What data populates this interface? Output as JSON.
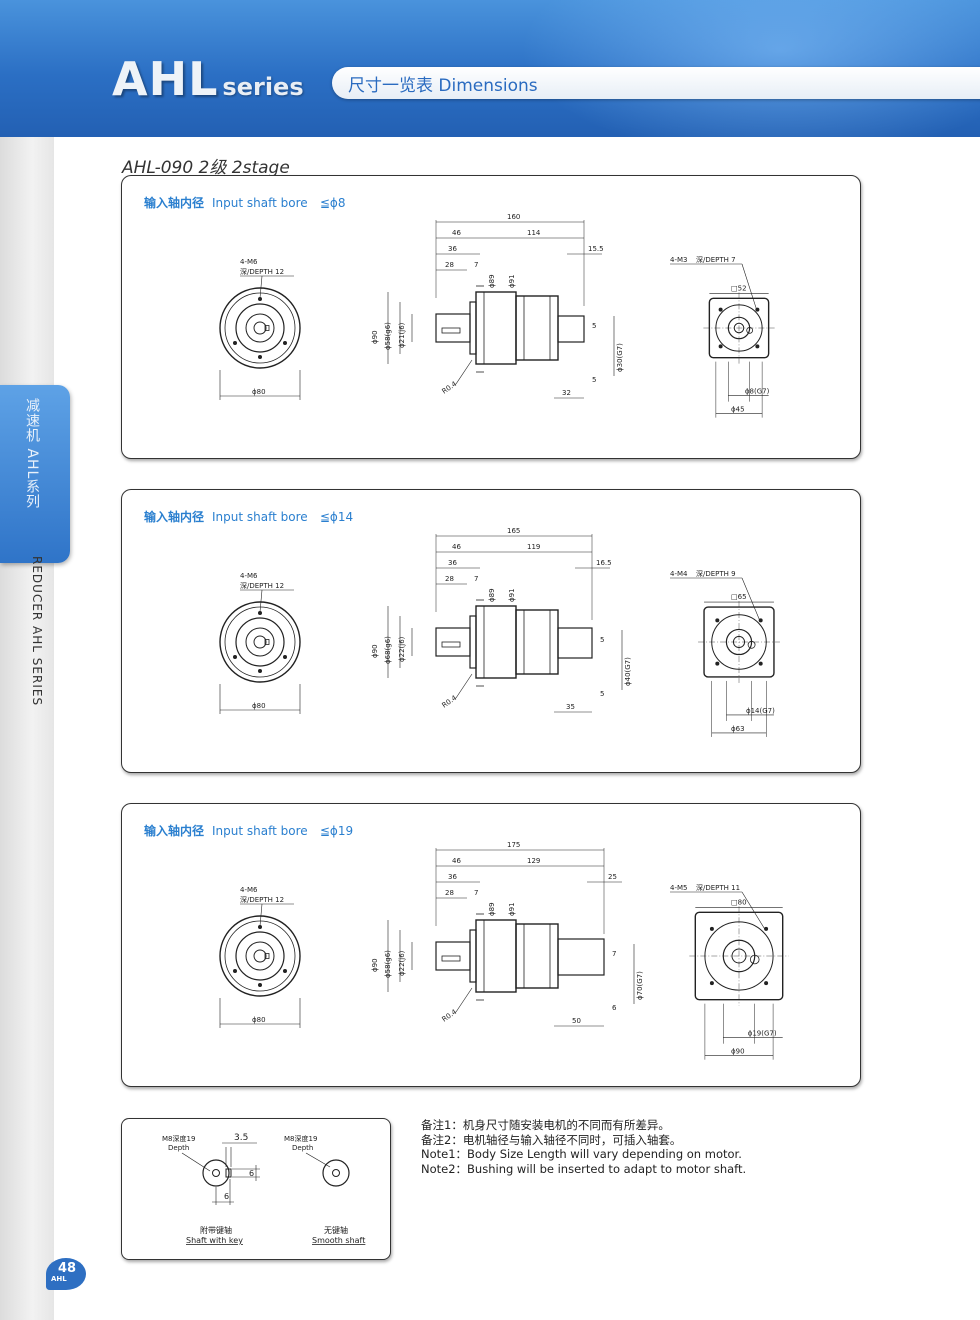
{
  "header": {
    "brand_main": "AHL",
    "brand_sub": "series",
    "section_title": "尺寸一览表 Dimensions"
  },
  "sidebar": {
    "tab_text": "减速机 AHL系列",
    "vertical_text": "REDUCER AHL SERIES",
    "page_number": "48",
    "page_label": "AHL"
  },
  "subtitle": "AHL-090  2级 2stage",
  "panels": [
    {
      "heading_cn": "输入轴内径",
      "heading_en": "Input shaft bore",
      "heading_value": "≦ϕ8",
      "front": {
        "holes": "4-M6",
        "depth": "深/DEPTH  12",
        "dia": "ϕ80"
      },
      "side": {
        "total": "160",
        "d46": "46",
        "d114": "114",
        "d36": "36",
        "d28": "28",
        "d7": "7",
        "d15": "15.5",
        "phi89": "ϕ89",
        "phi91": "ϕ91",
        "phi90": "ϕ90",
        "phi58": "ϕ58(g6)",
        "phi21": "ϕ21(j6)",
        "r": "R0.4",
        "d5a": "5",
        "d5b": "5",
        "d32": "32",
        "phi_motor": "ϕ30(G7)"
      },
      "rear": {
        "holes": "4-M3",
        "depth": "深/DEPTH  7",
        "sq": "□52",
        "shaft": "ϕ8(G7)",
        "pcd": "ϕ45"
      }
    },
    {
      "heading_cn": "输入轴内径",
      "heading_en": "Input shaft bore",
      "heading_value": "≦ϕ14",
      "front": {
        "holes": "4-M6",
        "depth": "深/DEPTH  12",
        "dia": "ϕ80"
      },
      "side": {
        "total": "165",
        "d46": "46",
        "d114": "119",
        "d36": "36",
        "d28": "28",
        "d7": "7",
        "d15": "16.5",
        "phi89": "ϕ89",
        "phi91": "ϕ91",
        "phi90": "ϕ90",
        "phi58": "ϕ68(g6)",
        "phi21": "ϕ22(j6)",
        "r": "R0.4",
        "d5a": "5",
        "d5b": "5",
        "d32": "35",
        "phi_motor": "ϕ40(G7)"
      },
      "rear": {
        "holes": "4-M4",
        "depth": "深/DEPTH  9",
        "sq": "□65",
        "shaft": "ϕ14(G7)",
        "pcd": "ϕ63"
      }
    },
    {
      "heading_cn": "输入轴内径",
      "heading_en": "Input shaft bore",
      "heading_value": "≦ϕ19",
      "front": {
        "holes": "4-M6",
        "depth": "深/DEPTH  12",
        "dia": "ϕ80"
      },
      "side": {
        "total": "175",
        "d46": "46",
        "d114": "129",
        "d36": "36",
        "d28": "28",
        "d7": "7",
        "d15": "25",
        "phi89": "ϕ89",
        "phi91": "ϕ91",
        "phi90": "ϕ90",
        "phi58": "ϕ58(g6)",
        "phi21": "ϕ22(j6)",
        "r": "R0.4",
        "d5a": "7",
        "d5b": "6",
        "d32": "50",
        "phi_motor": "ϕ70(G7)"
      },
      "rear": {
        "holes": "4-M5",
        "depth": "深/DEPTH  11",
        "sq": "□80",
        "shaft": "ϕ19(G7)",
        "pcd": "ϕ90"
      }
    }
  ],
  "shaft_types": {
    "keyed": {
      "screw": "M8深度19",
      "depth": "Depth",
      "d35": "3.5",
      "d6a": "6",
      "d6b": "6",
      "cn": "附带键轴",
      "en": "Shaft with key"
    },
    "smooth": {
      "screw": "M8深度19",
      "depth": "Depth",
      "cn": "无键轴",
      "en": "Smooth shaft"
    }
  },
  "notes": [
    "备注1：机身尺寸随安装电机的不同而有所差异。",
    "备注2：电机轴径与输入轴径不同时，可插入轴套。",
    "Note1：Body Size Length will vary depending on motor.",
    "Note2：Bushing will be inserted to adapt to motor shaft."
  ]
}
